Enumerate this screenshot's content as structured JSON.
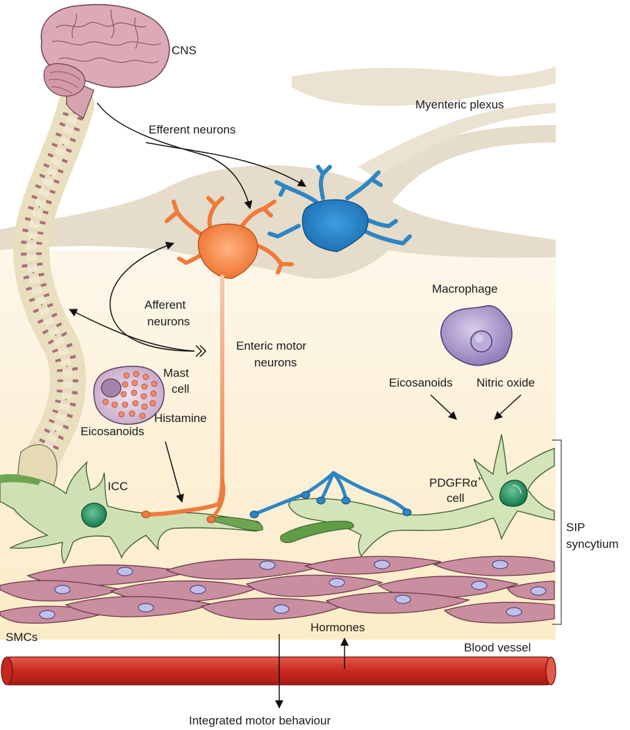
{
  "labels": {
    "cns": "CNS",
    "myenteric_plexus": "Myenteric plexus",
    "efferent_neurons": "Efferent neurons",
    "afferent_line1": "Afferent",
    "afferent_line2": "neurons",
    "enteric_line1": "Enteric motor",
    "enteric_line2": "neurons",
    "macrophage": "Macrophage",
    "mast_line1": "Mast",
    "mast_line2": "cell",
    "histamine": "Histamine",
    "eicosanoids_left": "Eicosanoids",
    "eicosanoids_right": "Eicosanoids",
    "nitric_oxide": "Nitric oxide",
    "icc": "ICC",
    "pdgfr_main": "PDGFRα",
    "pdgfr_sup": "+",
    "pdgfr_cell": "cell",
    "sip_line1": "SIP",
    "sip_line2": "syncytium",
    "smcs": "SMCs",
    "hormones": "Hormones",
    "blood_vessel": "Blood vessel",
    "integrated": "Integrated motor behaviour"
  },
  "colors": {
    "background_tissue": "#fdf3dc",
    "plexus": "#e7ddcb",
    "brain": "#d9a6b3",
    "spine_bone": "#eee5c5",
    "afferent_neuron": "#f08a4b",
    "efferent_motor_neuron": "#2f88c8",
    "icc_cell": "#b8d69c",
    "icc_nucleus": "#1f8a5c",
    "smc": "#c98ea0",
    "smc_nucleus": "#b7b5e0",
    "mast_granule": "#ef8e70",
    "macrophage": "#a996c8",
    "blood_vessel": "#d8392c"
  }
}
